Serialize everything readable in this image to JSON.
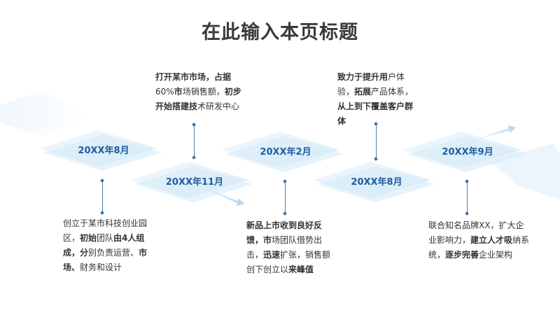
{
  "slide": {
    "title": "在此输入本页标题"
  },
  "milestones": [
    {
      "date": "20XX年8月",
      "desc_parts": [
        {
          "t": "创立于某市科技创业园区，",
          "b": false
        },
        {
          "t": "初始",
          "b": true
        },
        {
          "t": "团队",
          "b": false
        },
        {
          "t": "由4人组成，",
          "b": true
        },
        {
          "t": "分",
          "b": true
        },
        {
          "t": "别负责运营、",
          "b": false
        },
        {
          "t": "市场、",
          "b": true
        },
        {
          "t": "财务和设计",
          "b": false
        }
      ]
    },
    {
      "date": "20XX年11月",
      "desc_parts": [
        {
          "t": "打开某市市场，",
          "b": true
        },
        {
          "t": "占据",
          "b": true
        },
        {
          "t": "60%",
          "b": false
        },
        {
          "t": "市",
          "b": true
        },
        {
          "t": "场销售额，",
          "b": false
        },
        {
          "t": "初步开始搭建技",
          "b": true
        },
        {
          "t": "术研",
          "b": false
        },
        {
          "t": "发中心",
          "b": false
        }
      ]
    },
    {
      "date": "20XX年2月",
      "desc_parts": [
        {
          "t": "新品上市收到良好反馈，",
          "b": true
        },
        {
          "t": "市",
          "b": true
        },
        {
          "t": "场团队借势出击，",
          "b": false
        },
        {
          "t": "迅速",
          "b": true
        },
        {
          "t": "扩张，销售额创下创立以",
          "b": false
        },
        {
          "t": "来峰值",
          "b": true
        }
      ]
    },
    {
      "date": "20XX年8月",
      "desc_parts": [
        {
          "t": "致力于提升用",
          "b": true
        },
        {
          "t": "户体验，",
          "b": false
        },
        {
          "t": "拓展",
          "b": true
        },
        {
          "t": "产品体系，",
          "b": false
        },
        {
          "t": "从上到下覆盖",
          "b": true
        },
        {
          "t": "客户群体",
          "b": true
        }
      ]
    },
    {
      "date": "20XX年9月",
      "desc_parts": [
        {
          "t": "联合知名品牌XX，扩大企业影响力，",
          "b": false
        },
        {
          "t": "建立人才",
          "b": true
        },
        {
          "t": "吸",
          "b": true
        },
        {
          "t": "纳系统，",
          "b": false
        },
        {
          "t": "逐步完善",
          "b": true
        },
        {
          "t": "企业架构",
          "b": false
        }
      ]
    }
  ],
  "colors": {
    "title": "#3a3a3a",
    "date": "#1f5e9c",
    "connector": "#4e7fab",
    "band": "#cfe6f7"
  }
}
